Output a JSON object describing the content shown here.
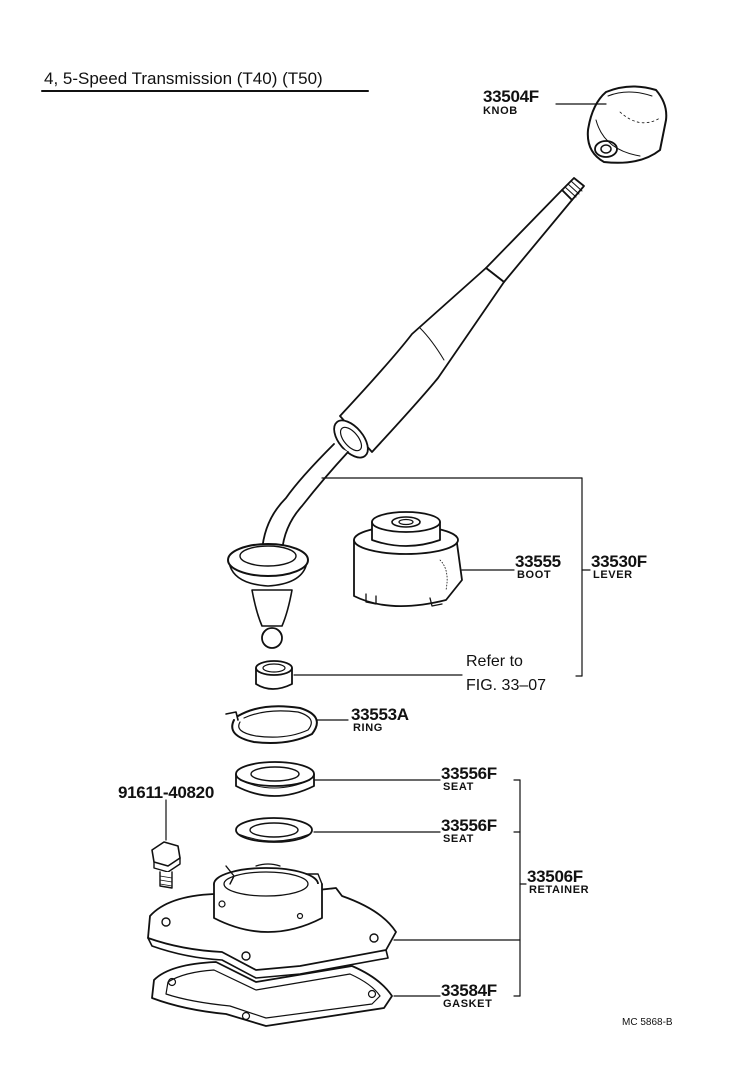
{
  "title": "4, 5-Speed Transmission (T40) (T50)",
  "parts": {
    "knob": {
      "number": "33504F",
      "name": "KNOB"
    },
    "boot": {
      "number": "33555",
      "name": "BOOT"
    },
    "lever": {
      "number": "33530F",
      "name": "LEVER"
    },
    "refer": {
      "line1": "Refer to",
      "line2": "FIG. 33–07"
    },
    "ring": {
      "number": "33553A",
      "name": "RING"
    },
    "seat_upper": {
      "number": "33556F",
      "name": "SEAT"
    },
    "seat_lower": {
      "number": "33556F",
      "name": "SEAT"
    },
    "bolt": {
      "number": "91611-40820"
    },
    "retainer": {
      "number": "33506F",
      "name": "RETAINER"
    },
    "gasket": {
      "number": "33584F",
      "name": "GASKET"
    }
  },
  "drawing_code": "MC 5868-B"
}
